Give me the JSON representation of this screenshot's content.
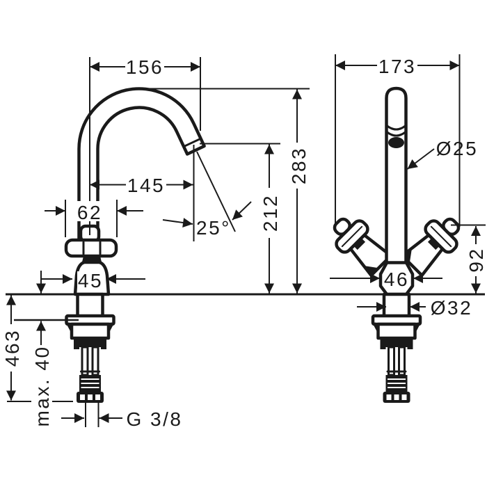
{
  "drawing": {
    "kind": "faucet technical dimension drawing",
    "views": {
      "left": "side view",
      "right": "front view"
    }
  },
  "dims": {
    "spout_reach": "156",
    "spout_to_outlet": "145",
    "handle_width": "62",
    "body_width_side": "45",
    "height_total": "283",
    "height_to_outlet": "212",
    "outlet_angle": "25°",
    "overall_width_front": "173",
    "spout_diameter": "Ø25",
    "body_width_front": "46",
    "handle_height": "92",
    "shank_diameter": "Ø32",
    "length_below_deck": "463",
    "max_deck_thickness": "max. 40",
    "connection_thread": "G 3/8"
  },
  "colors": {
    "ink": "#1a1a1a",
    "paper": "#ffffff"
  }
}
